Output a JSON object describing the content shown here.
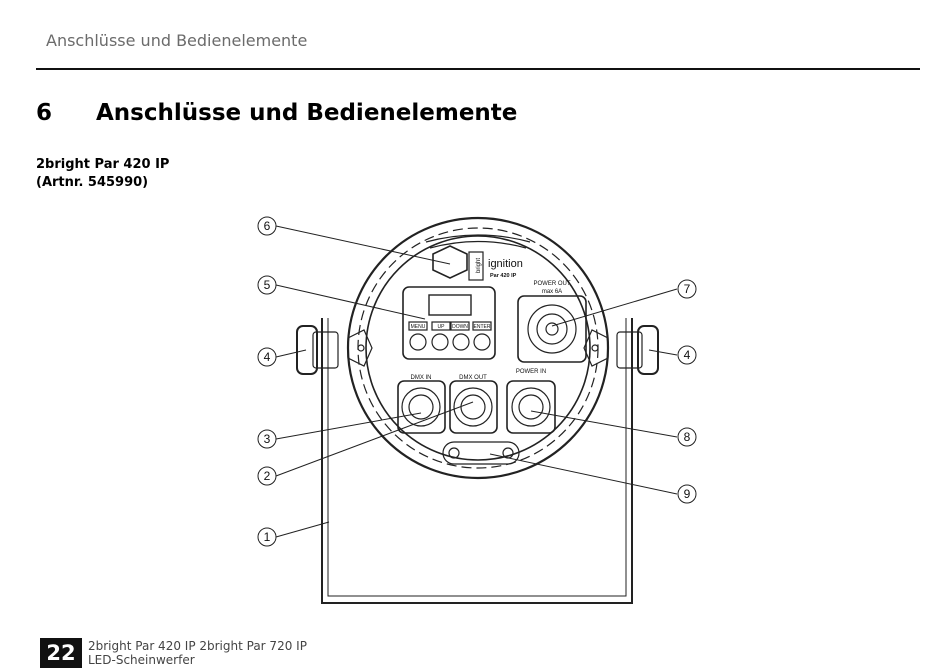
{
  "running_head": "Anschlüsse und Bedienelemente",
  "chapter": {
    "number": "6",
    "title": "Anschlüsse und Bedienelemente"
  },
  "product": {
    "line1": "2bright Par 420 IP",
    "line2": "(Artnr. 545990)"
  },
  "figure": {
    "brand": "ignition",
    "brand_model": "Par 420 IP",
    "side_logo": "bright",
    "buttons": [
      "MENU",
      "UP",
      "DOWN",
      "ENTER"
    ],
    "labels": {
      "dmx_in": "DMX IN",
      "dmx_out": "DMX OUT",
      "power_in": "POWER IN",
      "power_out_1": "POWER OUT",
      "power_out_2": "max 6A"
    },
    "callouts": [
      "6",
      "5",
      "4",
      "3",
      "2",
      "1",
      "7",
      "4",
      "8",
      "9"
    ]
  },
  "footer": {
    "page": "22",
    "line1": "2bright Par 420 IP 2bright Par 720 IP",
    "line2": "LED-Scheinwerfer"
  }
}
